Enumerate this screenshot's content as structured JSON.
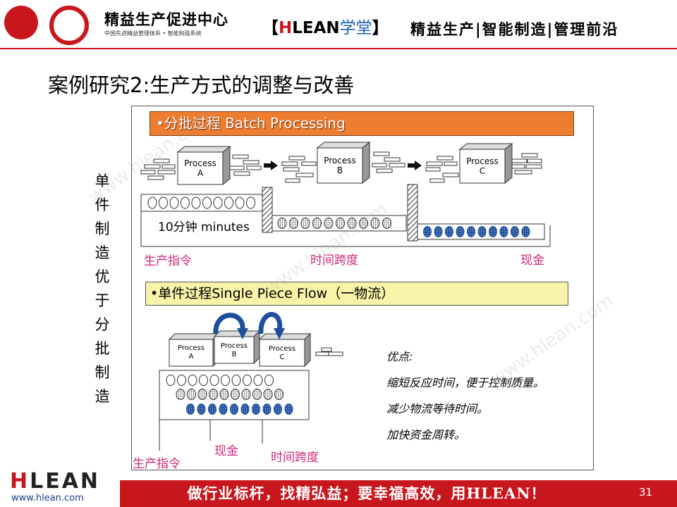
{
  "header": {
    "org_name": "精益生产促进中心",
    "org_sub": "中国先进精益管理体系 • 智能制造系统",
    "brand_open": "【",
    "brand_red": "H",
    "brand_main": "LEAN",
    "brand_blue": "学堂",
    "brand_close": "】",
    "tagline": "精益生产|智能制造|管理前沿"
  },
  "page_title": "案例研究2:生产方式的调整与改善",
  "side_text": [
    "单",
    "件",
    "制",
    "造",
    "优",
    "于",
    "分",
    "批",
    "制",
    "造"
  ],
  "batch": {
    "banner": "•分批过程 Batch Processing",
    "processes": [
      "Process\nA",
      "Process\nB",
      "Process\nC"
    ],
    "duration": "10分钟 minutes",
    "labels": {
      "order": "生产指令",
      "span": "时间跨度",
      "cash": "现金"
    },
    "circle_count": 10
  },
  "single": {
    "banner": "•单件过程Single Piece Flow（一物流）",
    "processes": [
      "Process\nA",
      "Process\nB",
      "Process\nC"
    ],
    "labels": {
      "order": "生产指令",
      "cash": "现金",
      "span": "时间跨度"
    },
    "advantages": [
      "优点:",
      "缩短反应时间，便于控制质量。",
      "减少物流等待时间。",
      "加快资金周转。"
    ]
  },
  "watermark": "www.hlean.com",
  "footer": {
    "slogan": "做行业标杆，找精弘益；要幸福高效，用HLEAN！",
    "page_number": "31",
    "logo_red": "H",
    "logo_rest": "LEAN",
    "url": "www.hlean.com"
  },
  "colors": {
    "brand_red": "#c8161d",
    "banner_orange": "#ed7d31",
    "banner_yellow": "#f7f3a8",
    "label_pink": "#d1267c",
    "chip_blue": "#1f4e9c"
  }
}
